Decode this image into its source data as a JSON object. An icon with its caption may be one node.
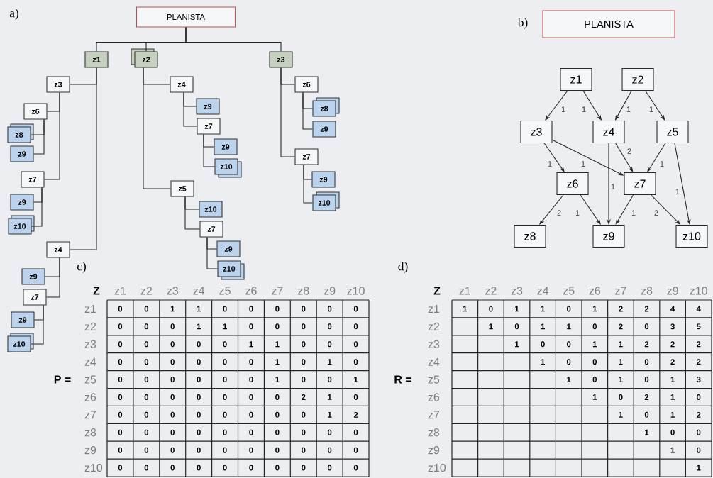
{
  "diagram": {
    "nodes": [
      {
        "text": [
          "PLANISTA"
        ]
      },
      {
        "text": [
          "z1"
        ]
      },
      {
        "text": [
          "z2"
        ]
      },
      {
        "text": [
          "z3"
        ]
      },
      {
        "text": [
          "z3"
        ]
      },
      {
        "text": [
          "z6"
        ]
      },
      {
        "text": [
          "z8"
        ]
      },
      {
        "text": [
          "z9"
        ]
      },
      {
        "text": [
          "z7"
        ]
      },
      {
        "text": [
          "z9"
        ]
      },
      {
        "text": [
          "z10"
        ]
      },
      {
        "text": [
          "z4"
        ]
      },
      {
        "text": [
          "z9"
        ]
      },
      {
        "text": [
          "z7"
        ]
      },
      {
        "text": [
          "z9"
        ]
      },
      {
        "text": [
          "z10"
        ]
      },
      {
        "text": [
          "z4"
        ]
      },
      {
        "text": [
          "z9"
        ]
      },
      {
        "text": [
          "z7"
        ]
      },
      {
        "text": [
          "z9"
        ]
      },
      {
        "text": [
          "z10"
        ]
      },
      {
        "text": [
          "z5"
        ]
      },
      {
        "text": [
          "z10"
        ]
      },
      {
        "text": [
          "z7"
        ]
      },
      {
        "text": [
          "z9"
        ]
      },
      {
        "text": [
          "z10"
        ]
      },
      {
        "text": [
          "z6"
        ]
      },
      {
        "text": [
          "z8"
        ]
      },
      {
        "text": [
          "z9"
        ]
      },
      {
        "text": [
          "z7"
        ]
      },
      {
        "text": [
          "z9"
        ]
      },
      {
        "text": [
          "z10"
        ]
      },
      {
        "text": [
          "PLANISTA"
        ]
      },
      {
        "text": [
          "z1"
        ]
      },
      {
        "text": [
          "z2"
        ]
      },
      {
        "text": [
          "z3"
        ]
      },
      {
        "text": [
          "z4"
        ]
      },
      {
        "text": [
          "z5"
        ]
      },
      {
        "text": [
          "z6"
        ]
      },
      {
        "text": [
          "z7"
        ]
      },
      {
        "text": [
          "z8"
        ]
      },
      {
        "text": [
          "z9"
        ]
      },
      {
        "text": [
          "z10"
        ]
      }
    ],
    "edges": [
      {
        "from": 0,
        "to": 1,
        "arrow": "none"
      },
      {
        "from": 0,
        "to": 2,
        "arrow": "none"
      },
      {
        "from": 0,
        "to": 3,
        "arrow": "none"
      },
      {
        "from": 1,
        "to": 4,
        "arrow": "none"
      },
      {
        "from": 1,
        "to": 11,
        "arrow": "none"
      },
      {
        "from": 4,
        "to": 5,
        "arrow": "none"
      },
      {
        "from": 4,
        "to": 8,
        "arrow": "none"
      },
      {
        "from": 5,
        "to": 6,
        "arrow": "none"
      },
      {
        "from": 5,
        "to": 7,
        "arrow": "none"
      },
      {
        "from": 8,
        "to": 9,
        "arrow": "none"
      },
      {
        "from": 8,
        "to": 10,
        "arrow": "none"
      },
      {
        "from": 11,
        "to": 12,
        "arrow": "none"
      },
      {
        "from": 11,
        "to": 13,
        "arrow": "none"
      },
      {
        "from": 13,
        "to": 14,
        "arrow": "none"
      },
      {
        "from": 13,
        "to": 15,
        "arrow": "none"
      },
      {
        "from": 2,
        "to": 16,
        "arrow": "none"
      },
      {
        "from": 2,
        "to": 21,
        "arrow": "none"
      },
      {
        "from": 16,
        "to": 17,
        "arrow": "none"
      },
      {
        "from": 16,
        "to": 18,
        "arrow": "none"
      },
      {
        "from": 18,
        "to": 19,
        "arrow": "none"
      },
      {
        "from": 18,
        "to": 20,
        "arrow": "none"
      },
      {
        "from": 21,
        "to": 22,
        "arrow": "none"
      },
      {
        "from": 21,
        "to": 23,
        "arrow": "none"
      },
      {
        "from": 23,
        "to": 24,
        "arrow": "none"
      },
      {
        "from": 23,
        "to": 25,
        "arrow": "none"
      },
      {
        "from": 3,
        "to": 26,
        "arrow": "none"
      },
      {
        "from": 3,
        "to": 29,
        "arrow": "none"
      },
      {
        "from": 26,
        "to": 27,
        "arrow": "none"
      },
      {
        "from": 26,
        "to": 28,
        "arrow": "none"
      },
      {
        "from": 29,
        "to": 30,
        "arrow": "none"
      },
      {
        "from": 29,
        "to": 31,
        "arrow": "none"
      },
      {
        "from": 33,
        "to": 35,
        "arrow": "to",
        "label": "1"
      },
      {
        "from": 33,
        "to": 36,
        "arrow": "to",
        "label": "1"
      },
      {
        "from": 34,
        "to": 36,
        "arrow": "to",
        "label": "1"
      },
      {
        "from": 34,
        "to": 37,
        "arrow": "to",
        "label": "1"
      },
      {
        "from": 35,
        "to": 38,
        "arrow": "to",
        "label": "1"
      },
      {
        "from": 35,
        "to": 39,
        "arrow": "to",
        "label": "1"
      },
      {
        "from": 36,
        "to": 39,
        "arrow": "to",
        "label": "2"
      },
      {
        "from": 36,
        "to": 41,
        "arrow": "to",
        "label": "1"
      },
      {
        "from": 37,
        "to": 39,
        "arrow": "to",
        "label": "1"
      },
      {
        "from": 37,
        "to": 42,
        "arrow": "to",
        "label": "1"
      },
      {
        "from": 38,
        "to": 40,
        "arrow": "to",
        "label": "2"
      },
      {
        "from": 38,
        "to": 41,
        "arrow": "to",
        "label": "1"
      },
      {
        "from": 39,
        "to": 41,
        "arrow": "to",
        "label": "1"
      },
      {
        "from": 39,
        "to": 42,
        "arrow": "to",
        "label": "2"
      }
    ],
    "labels": [
      "a)",
      "b)",
      "c)",
      "P =",
      "Z",
      "z1",
      "z2",
      "z3",
      "z4",
      "z5",
      "z6",
      "z7",
      "z8",
      "z9",
      "z10",
      "z1",
      "0",
      "0",
      "1",
      "1",
      "0",
      "0",
      "0",
      "0",
      "0",
      "0",
      "z2",
      "0",
      "0",
      "0",
      "1",
      "1",
      "0",
      "0",
      "0",
      "0",
      "0",
      "z3",
      "0",
      "0",
      "0",
      "0",
      "0",
      "1",
      "1",
      "0",
      "0",
      "0",
      "z4",
      "0",
      "0",
      "0",
      "0",
      "0",
      "0",
      "1",
      "0",
      "1",
      "0",
      "z5",
      "0",
      "0",
      "0",
      "0",
      "0",
      "0",
      "1",
      "0",
      "0",
      "1",
      "z6",
      "0",
      "0",
      "0",
      "0",
      "0",
      "0",
      "0",
      "2",
      "1",
      "0",
      "z7",
      "0",
      "0",
      "0",
      "0",
      "0",
      "0",
      "0",
      "0",
      "1",
      "2",
      "z8",
      "0",
      "0",
      "0",
      "0",
      "0",
      "0",
      "0",
      "0",
      "0",
      "0",
      "z9",
      "0",
      "0",
      "0",
      "0",
      "0",
      "0",
      "0",
      "0",
      "0",
      "0",
      "z10",
      "0",
      "0",
      "0",
      "0",
      "0",
      "0",
      "0",
      "0",
      "0",
      "0",
      "d)",
      "R =",
      "Z",
      "z1",
      "z2",
      "z3",
      "z4",
      "z5",
      "z6",
      "z7",
      "z8",
      "z9",
      "z10",
      "z1",
      "1",
      "0",
      "1",
      "1",
      "0",
      "1",
      "2",
      "2",
      "4",
      "4",
      "z2",
      "1",
      "0",
      "1",
      "1",
      "0",
      "2",
      "0",
      "3",
      "5",
      "z3",
      "1",
      "0",
      "0",
      "1",
      "1",
      "2",
      "2",
      "2",
      "z4",
      "1",
      "0",
      "0",
      "1",
      "0",
      "2",
      "2",
      "z5",
      "1",
      "0",
      "1",
      "0",
      "1",
      "3",
      "z6",
      "1",
      "0",
      "2",
      "1",
      "0",
      "z7",
      "1",
      "0",
      "1",
      "2",
      "z8",
      "1",
      "0",
      "0",
      "z9",
      "1",
      "0",
      "z10",
      "1"
    ]
  }
}
